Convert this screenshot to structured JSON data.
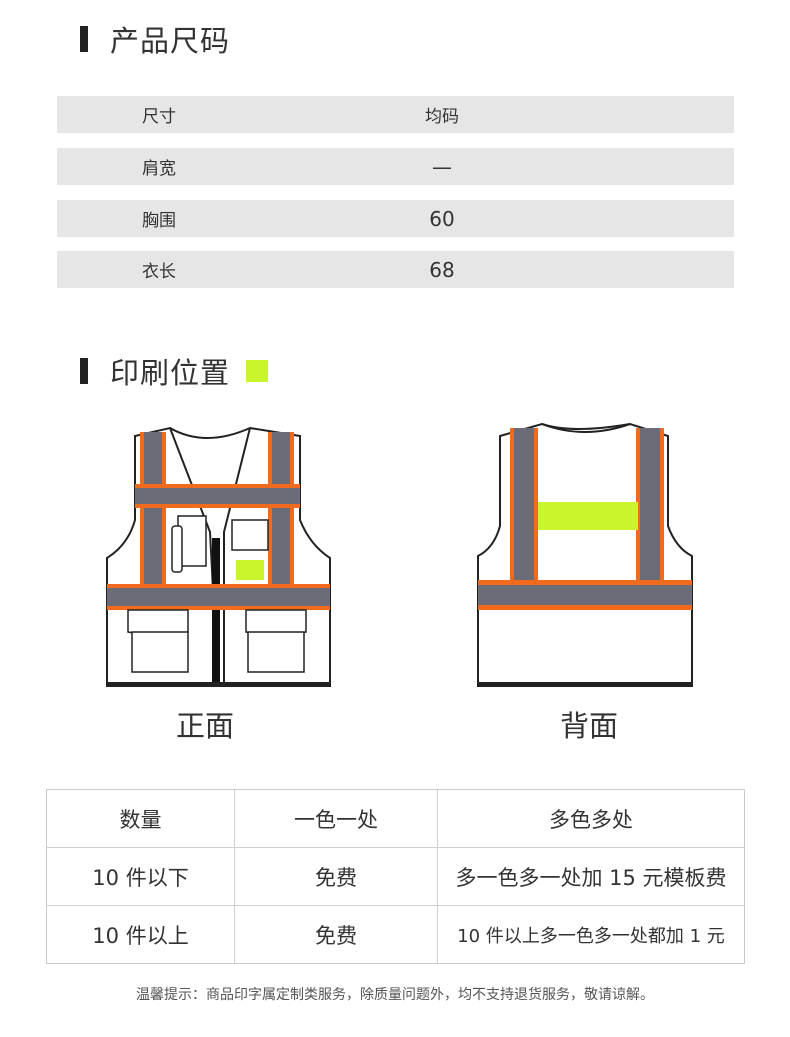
{
  "size_section": {
    "title": "产品尺码",
    "rows": [
      {
        "label": "尺寸",
        "value": "均码"
      },
      {
        "label": "肩宽",
        "value": "—"
      },
      {
        "label": "胸围",
        "value": "60"
      },
      {
        "label": "衣长",
        "value": "68"
      }
    ]
  },
  "print_section": {
    "title": "印刷位置",
    "accent_color": "#c8f52c",
    "front_caption": "正面",
    "back_caption": "背面"
  },
  "price_table": {
    "headers": [
      "数量",
      "一色一处",
      "多色多处"
    ],
    "rows": [
      [
        "10 件以下",
        "免费",
        "多一色多一处加 15 元模板费"
      ],
      [
        "10 件以上",
        "免费",
        "10 件以上多一色多一处都加 1 元"
      ]
    ]
  },
  "note": "温馨提示：商品印字属定制类服务，除质量问题外，均不支持退货服务，敬请谅解。",
  "colors": {
    "reflective_gray": "#6c6c78",
    "orange_trim": "#f26a1b",
    "print_area": "#c8f52c"
  }
}
